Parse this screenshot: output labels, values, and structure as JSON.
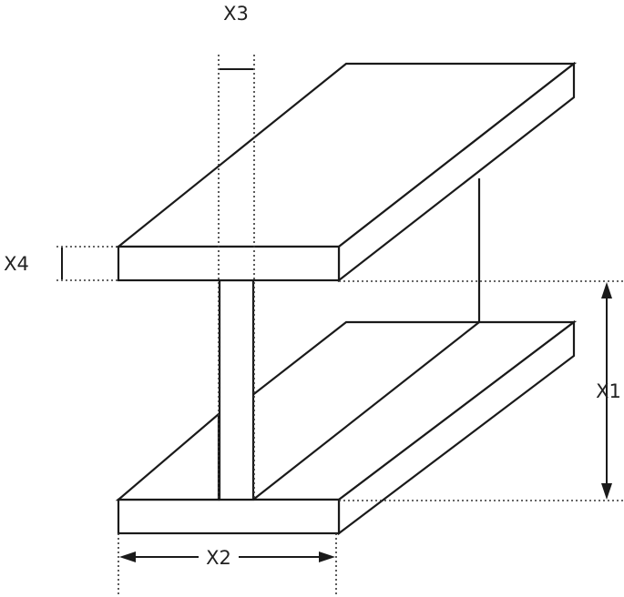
{
  "labels": {
    "x1": "X1",
    "x2": "X2",
    "x3": "X3",
    "x4": "X4"
  },
  "colors": {
    "stroke": "#1a1a1a",
    "background": "#ffffff"
  }
}
